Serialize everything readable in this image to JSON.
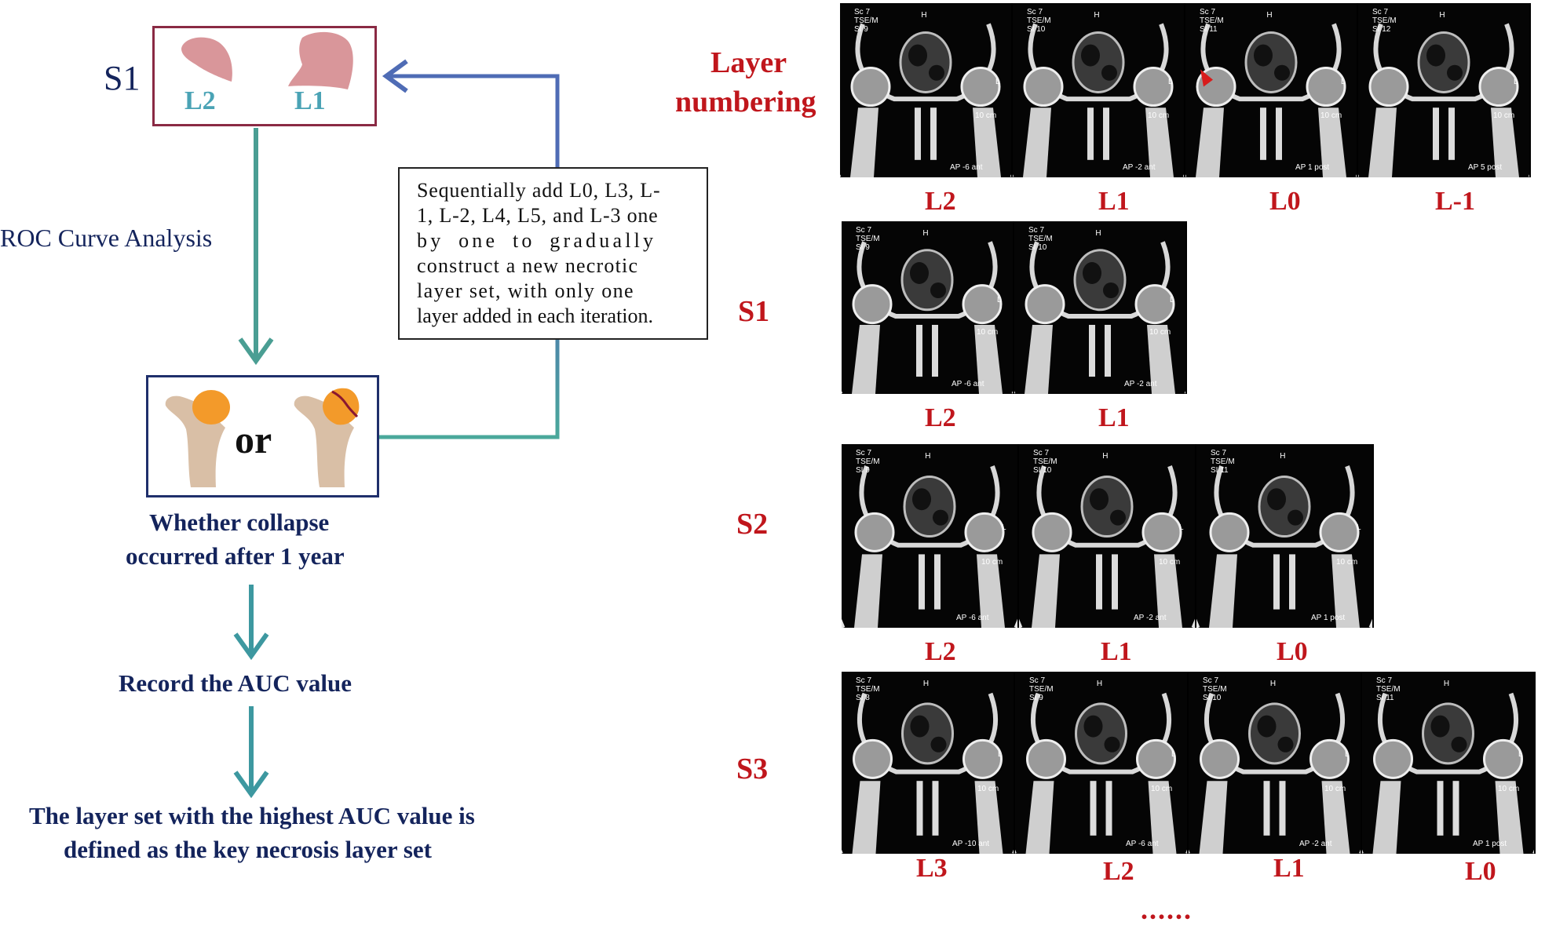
{
  "flow": {
    "s1_label": "S1",
    "box_l2": "L2",
    "box_l1": "L1",
    "roc_label": "ROC Curve Analysis",
    "or_text": "or",
    "note_lines": [
      "Sequentially add L0, L3, L-",
      "1, L-2, L4, L5, and L-3 one",
      "by one to gradually",
      "construct a new necrotic",
      "layer set, with only one",
      "layer added in each iteration."
    ],
    "collapse_line1": "Whether collapse",
    "collapse_line2": "occurred after 1 year",
    "record_auc": "Record the AUC value",
    "key_line1": "The layer set with the highest AUC value is",
    "key_line2": "defined as the key necrosis layer set"
  },
  "colors": {
    "navy": "#14245c",
    "red": "#c0161c",
    "teal_arrow": "#4a9e93",
    "blue_arrow": "#4f6cb5",
    "box_border_red": "#8a2a44",
    "box_border_navy": "#1f2f6b",
    "femur": "#d9bfa6",
    "head_orange": "#f39a2a",
    "head_pink": "#d9969a"
  },
  "rows": {
    "numbering": {
      "label_line1": "Layer",
      "label_line2": "numbering",
      "layers": [
        "L2",
        "L1",
        "L0",
        "L-1"
      ],
      "scans": [
        {
          "sc": "Sc 7",
          "tse": "TSE/M",
          "sl": "SI 9",
          "h": "H",
          "l": "L",
          "cm": "10 cm",
          "ap": "AP -6 ant"
        },
        {
          "sc": "Sc 7",
          "tse": "TSE/M",
          "sl": "SI 10",
          "h": "H",
          "l": "L",
          "cm": "10 cm",
          "ap": "AP -2 ant"
        },
        {
          "sc": "Sc 7",
          "tse": "TSE/M",
          "sl": "SI 11",
          "h": "H",
          "l": "L",
          "cm": "10 cm",
          "ap": "AP 1 post"
        },
        {
          "sc": "Sc 7",
          "tse": "TSE/M",
          "sl": "SI 12",
          "h": "H",
          "l": "L",
          "cm": "10 cm",
          "ap": "AP 5 post"
        }
      ]
    },
    "s1": {
      "label": "S1",
      "layers": [
        "L2",
        "L1"
      ],
      "scans": [
        {
          "sc": "Sc 7",
          "tse": "TSE/M",
          "sl": "SI 9",
          "h": "H",
          "l": "L",
          "cm": "10 cm",
          "ap": "AP -6 ant"
        },
        {
          "sc": "Sc 7",
          "tse": "TSE/M",
          "sl": "SI 10",
          "h": "H",
          "l": "L",
          "cm": "10 cm",
          "ap": "AP -2 ant"
        }
      ]
    },
    "s2": {
      "label": "S2",
      "layers": [
        "L2",
        "L1",
        "L0"
      ],
      "scans": [
        {
          "sc": "Sc 7",
          "tse": "TSE/M",
          "sl": "SI 9",
          "h": "H",
          "l": "L",
          "cm": "10 cm",
          "ap": "AP -6 ant"
        },
        {
          "sc": "Sc 7",
          "tse": "TSE/M",
          "sl": "SI 10",
          "h": "H",
          "l": "L",
          "cm": "10 cm",
          "ap": "AP -2 ant"
        },
        {
          "sc": "Sc 7",
          "tse": "TSE/M",
          "sl": "SI 11",
          "h": "H",
          "l": "L",
          "cm": "10 cm",
          "ap": "AP 1 post"
        }
      ]
    },
    "s3": {
      "label": "S3",
      "layers": [
        "L3",
        "L2",
        "L1",
        "L0"
      ],
      "scans": [
        {
          "sc": "Sc 7",
          "tse": "TSE/M",
          "sl": "SI 8",
          "h": "H",
          "l": "L",
          "cm": "10 cm",
          "ap": "AP -10 ant"
        },
        {
          "sc": "Sc 7",
          "tse": "TSE/M",
          "sl": "SI 9",
          "h": "H",
          "l": "L",
          "cm": "10 cm",
          "ap": "AP -6 ant"
        },
        {
          "sc": "Sc 7",
          "tse": "TSE/M",
          "sl": "SI 10",
          "h": "H",
          "l": "L",
          "cm": "10 cm",
          "ap": "AP -2 ant"
        },
        {
          "sc": "Sc 7",
          "tse": "TSE/M",
          "sl": "SI 11",
          "h": "H",
          "l": "L",
          "cm": "10 cm",
          "ap": "AP 1 post"
        }
      ]
    }
  },
  "ellipsis": "......"
}
